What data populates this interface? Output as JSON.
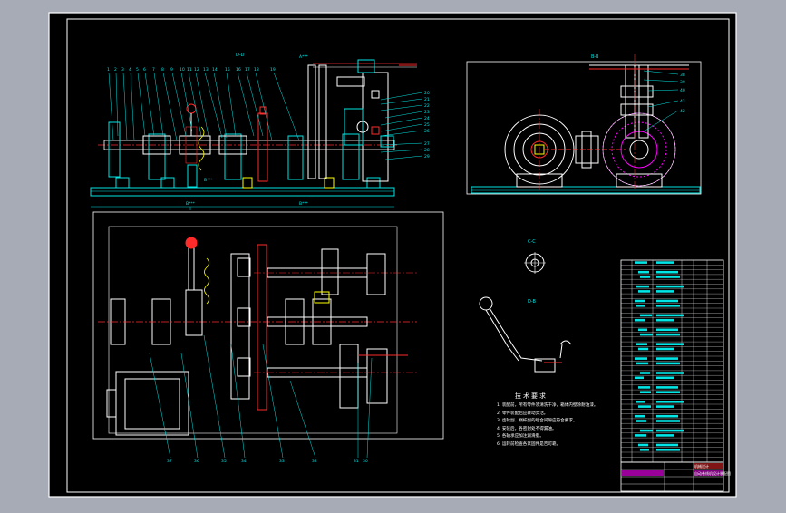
{
  "drawing": {
    "section_labels": {
      "top_view": "D-D",
      "right_view": "B-B",
      "detail_c": "C-C",
      "detail_d": "D-B"
    },
    "dim_labels": {
      "top_small": "A***",
      "left_mid": "B***",
      "bottom_left": "B***",
      "bottom_mid": "B***"
    },
    "top_balloons": [
      "1",
      "2",
      "3",
      "4",
      "5",
      "6",
      "7",
      "8",
      "9",
      "10",
      "11",
      "12",
      "13",
      "14",
      "15",
      "16",
      "17",
      "18",
      "19"
    ],
    "right_balloons_top": [
      "20",
      "21",
      "22",
      "23",
      "24",
      "25",
      "26",
      "27",
      "28",
      "29"
    ],
    "right_view_balloons": [
      "38",
      "39",
      "40",
      "41",
      "42"
    ],
    "bottom_balloons": [
      "37",
      "36",
      "35",
      "34",
      "33",
      "32",
      "31",
      "30"
    ],
    "tech_title": "技术要求",
    "tech_notes": [
      "1. 装配前，所有零件须清洗干净，箱体内壁涂耐油漆。",
      "2. 零件装配后应转动灵活。",
      "3. 齿轮副、蜗杆副的啮合间隙应符合要求。",
      "4. 安装后，各密封处不得漏油。",
      "5. 各轴承应加注润滑脂。",
      "6. 运转前检查各紧固件是否可靠。"
    ],
    "title_block": {
      "main": "自动卷线机设计装配图",
      "sub": "机械设计"
    }
  },
  "colors": {
    "background": "#a6abb6",
    "sheet": "#000000",
    "cyan": "#00e5e5",
    "white": "#ffffff",
    "red": "#ff2a2a",
    "magenta": "#ff00ff",
    "yellow": "#ffff00",
    "green": "#00ff00"
  }
}
